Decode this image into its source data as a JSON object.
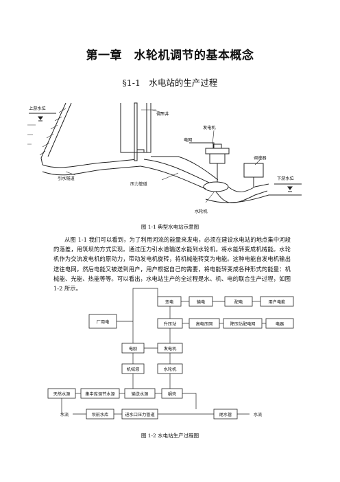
{
  "chapter_title": "第一章　水轮机调节的基本概念",
  "section_title": "§1-1　水电站的生产过程",
  "figure1": {
    "caption": "图 1-1  典型水电站示意图",
    "labels": {
      "upstream_level": "上游水位",
      "surge_tank": "调压井",
      "generator": "发电机",
      "grid": "电网",
      "governor": "调速器",
      "downstream_level": "下游水位",
      "diversion_tunnel": "引水隧道",
      "penstock": "压力管道",
      "turbine": "水轮机"
    }
  },
  "paragraph": "从图 1-1 我们可以看到，为了利用河流的能量来发电，必须在建设水电站的地点集中河段的落差，用筑坝的方式实现。通过压力引水道输送水能到水轮机，将水能转变成机械能。水轮机作为交流发电机的原动力，带动发电机旋转，将机械能转变为电能。这种电能自发电机输出送往电网，然后电能又被送到用户，用户根据自己的需要，将电能转变成各种形式的能量：机械能、光能、热能等等。可以看出，水电站生产的全过程是水、机、电的联合生产过程，如图 1-2 所示。",
  "figure2": {
    "caption": "图 1-2  水电站生产过程图",
    "boxes": {
      "transform": "变电",
      "transmit": "输电",
      "distribute": "配电",
      "user_power": "用户电能",
      "plant_power": "厂用电",
      "step_up": "升压站",
      "hv_grid": "高电压网",
      "step_down": "降压站配电网",
      "appliance": "电器",
      "exciter": "电励",
      "generator": "发电机",
      "mech_gov": "机械液",
      "turbine": "水轮机",
      "natural_water": "天然水源",
      "reservoir": "集中库调节水源",
      "conveying": "输送水源",
      "volute": "蜗壳",
      "dam_reservoir": "坝前水库",
      "intake_penstock": "进水口压力管道",
      "tailwater": "尾水管"
    },
    "side": {
      "inflow": "水流",
      "outflow": "水流"
    }
  }
}
